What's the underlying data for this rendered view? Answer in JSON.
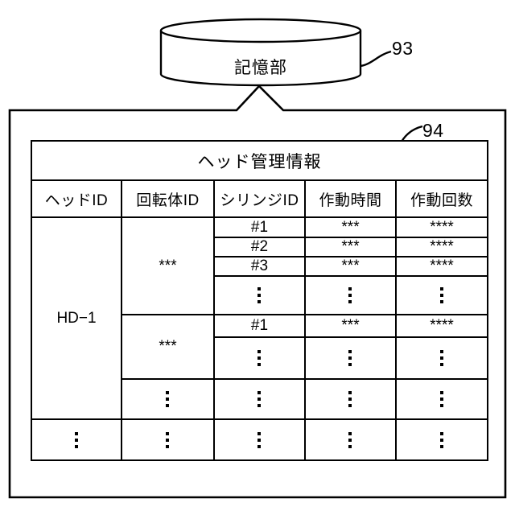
{
  "figure": {
    "storage_unit": {
      "label": "記憶部",
      "numeral": "93",
      "icon": "database-cylinder-icon"
    },
    "container": {
      "numeral": "94"
    },
    "table": {
      "title": "ヘッド管理情報",
      "columns": [
        "ヘッドID",
        "回転体ID",
        "シリンジID",
        "作動時間",
        "作動回数"
      ],
      "head_id": "HD−1",
      "rotor_group_1": "***",
      "rotor_group_2": "***",
      "rows": [
        {
          "syringe_id": "#1",
          "operating_time": "***",
          "operating_count": "****"
        },
        {
          "syringe_id": "#2",
          "operating_time": "***",
          "operating_count": "****"
        },
        {
          "syringe_id": "#3",
          "operating_time": "***",
          "operating_count": "****"
        },
        {
          "syringe_id": "⋮",
          "operating_time": "⋮",
          "operating_count": "⋮"
        },
        {
          "syringe_id": "#1",
          "operating_time": "***",
          "operating_count": "****"
        },
        {
          "syringe_id": "⋮",
          "operating_time": "⋮",
          "operating_count": "⋮"
        },
        {
          "syringe_id": "⋮",
          "operating_time": "⋮",
          "operating_count": "⋮"
        },
        {
          "syringe_id": "⋮",
          "operating_time": "⋮",
          "operating_count": "⋮"
        }
      ],
      "ellipsis_glyph": "⋮"
    },
    "colors": {
      "line": "#000000",
      "background": "#ffffff"
    }
  }
}
